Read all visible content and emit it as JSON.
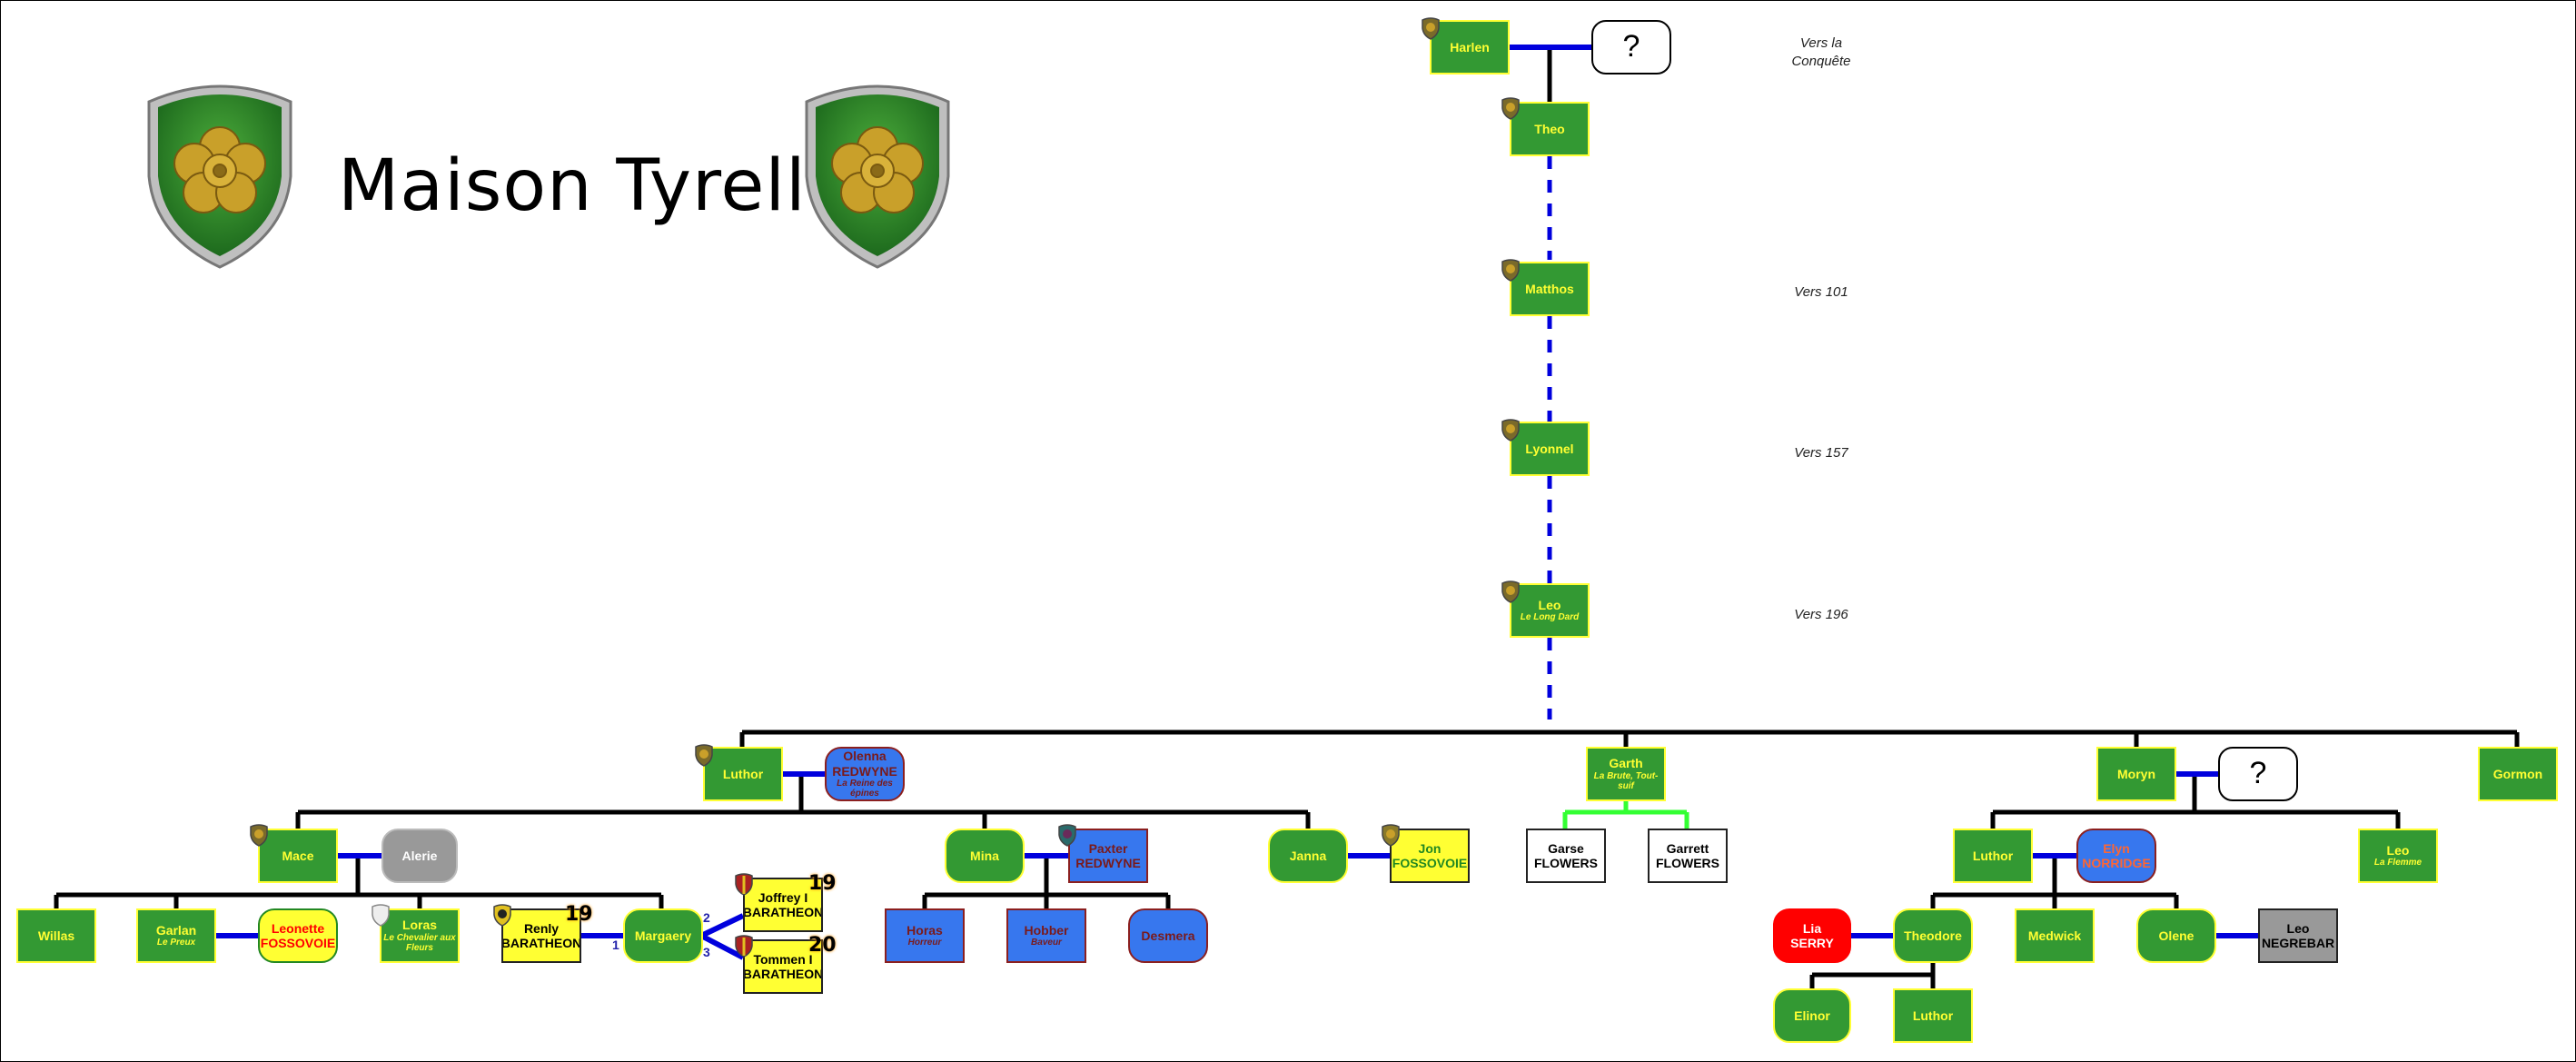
{
  "title": "Maison Tyrell",
  "colors": {
    "tyrell_green": "#339933",
    "tyrell_text": "#ffff33",
    "redwyne_blue": "#3777ee",
    "marriage_line": "#0000dd",
    "descent_line": "#000000",
    "bastard_line": "#33ff33"
  },
  "eras": {
    "conquest": "Vers la Conquête",
    "y101": "Vers 101",
    "y157": "Vers 157",
    "y196": "Vers 196"
  },
  "people": {
    "harlen": {
      "name": "Harlen"
    },
    "unknown_top": {
      "name": "?"
    },
    "theo": {
      "name": "Theo"
    },
    "matthos": {
      "name": "Matthos"
    },
    "lyonnel": {
      "name": "Lyonnel"
    },
    "leo_longdard": {
      "name": "Leo",
      "subtitle": "Le Long Dard"
    },
    "luthor": {
      "name": "Luthor"
    },
    "olenna": {
      "name": "Olenna",
      "house": "REDWYNE",
      "subtitle": "La Reine des épines"
    },
    "garth": {
      "name": "Garth",
      "subtitle": "La Brute, Tout-suif"
    },
    "moryn": {
      "name": "Moryn"
    },
    "unknown_moryn": {
      "name": "?"
    },
    "gormon": {
      "name": "Gormon"
    },
    "mace": {
      "name": "Mace"
    },
    "alerie": {
      "name": "Alerie"
    },
    "mina": {
      "name": "Mina"
    },
    "paxter": {
      "name": "Paxter",
      "house": "REDWYNE"
    },
    "janna": {
      "name": "Janna"
    },
    "jon": {
      "name": "Jon",
      "house": "FOSSOVOIE"
    },
    "garse": {
      "name": "Garse",
      "house": "FLOWERS"
    },
    "garrett": {
      "name": "Garrett",
      "house": "FLOWERS"
    },
    "luthor2": {
      "name": "Luthor"
    },
    "elyn": {
      "name": "Elyn",
      "house": "NORRIDGE"
    },
    "leo_flemme": {
      "name": "Leo",
      "subtitle": "La Flemme"
    },
    "willas": {
      "name": "Willas"
    },
    "garlan": {
      "name": "Garlan",
      "subtitle": "Le Preux"
    },
    "leonette": {
      "name": "Leonette",
      "house": "FOSSOVOIE"
    },
    "loras": {
      "name": "Loras",
      "subtitle": "Le Chevalier aux Fleurs"
    },
    "renly": {
      "name": "Renly",
      "house": "BARATHEON"
    },
    "margaery": {
      "name": "Margaery"
    },
    "joffrey": {
      "name": "Joffrey I",
      "house": "BARATHEON"
    },
    "tommen": {
      "name": "Tommen I",
      "house": "BARATHEON"
    },
    "horas": {
      "name": "Horas",
      "subtitle": "Horreur"
    },
    "hobber": {
      "name": "Hobber",
      "subtitle": "Baveur"
    },
    "desmera": {
      "name": "Desmera"
    },
    "lia": {
      "name": "Lia",
      "house": "SERRY"
    },
    "theodore": {
      "name": "Theodore"
    },
    "medwick": {
      "name": "Medwick"
    },
    "olene": {
      "name": "Olene"
    },
    "leo_negrebar": {
      "name": "Leo",
      "house": "NEGREBAR"
    },
    "elinor": {
      "name": "Elinor"
    },
    "luthor3": {
      "name": "Luthor"
    }
  },
  "badges": {
    "renly_num": "19",
    "joffrey_num": "19",
    "tommen_num": "20",
    "marriage_1": "1",
    "marriage_2": "2",
    "marriage_3": "3"
  }
}
